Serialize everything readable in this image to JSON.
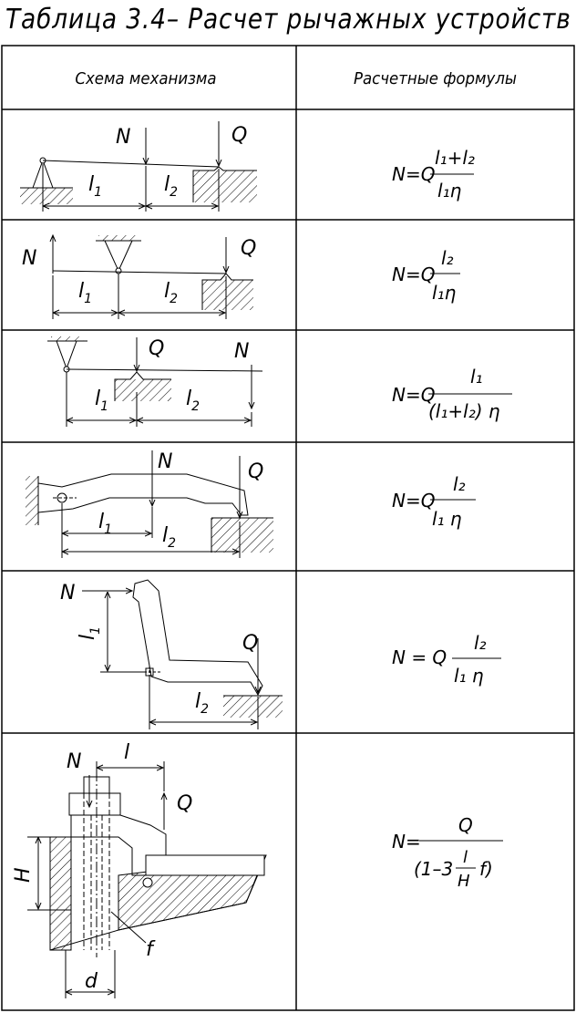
{
  "title": "Таблица 3.4– Расчет рычажных устройств",
  "header": {
    "col1": "Схема механизма",
    "col2": "Расчетные формулы"
  },
  "rows": [
    {
      "labels": {
        "force_n": "N",
        "force_q": "Q",
        "len1": "l",
        "sub1": "1",
        "len2": "l",
        "sub2": "2"
      },
      "formula": {
        "lhs": "N=Q",
        "num": "l₁+l₂",
        "den": "l₁η"
      }
    },
    {
      "labels": {
        "force_n": "N",
        "force_q": "Q",
        "len1": "l",
        "sub1": "1",
        "len2": "l",
        "sub2": "2"
      },
      "formula": {
        "lhs": "N=Q",
        "num": "l₂",
        "den": "l₁η"
      }
    },
    {
      "labels": {
        "force_n": "N",
        "force_q": "Q",
        "len1": "l",
        "sub1": "1",
        "len2": "l",
        "sub2": "2"
      },
      "formula": {
        "lhs": "N=Q",
        "num": "l₁",
        "den": "(l₁+l₂) η"
      }
    },
    {
      "labels": {
        "force_n": "N",
        "force_q": "Q",
        "len1": "l",
        "sub1": "1",
        "len2": "l",
        "sub2": "2"
      },
      "formula": {
        "lhs": "N=Q",
        "num": "l₂",
        "den": "l₁ η"
      }
    },
    {
      "labels": {
        "force_n": "N",
        "force_q": "Q",
        "len1": "l",
        "sub1": "1",
        "len2": "l",
        "sub2": "2"
      },
      "formula": {
        "lhs": "N = Q",
        "num": "l₂",
        "den": "l₁ η"
      }
    },
    {
      "labels": {
        "force_n": "N",
        "force_q": "Q",
        "len_l": "l",
        "height": "H",
        "diam": "d",
        "friction": "f"
      },
      "formula": {
        "lhs": "N=",
        "num": "Q",
        "den_a": "(1–3",
        "den_frac_num": "l",
        "den_frac_den": "H",
        "den_b": "f)"
      }
    }
  ]
}
